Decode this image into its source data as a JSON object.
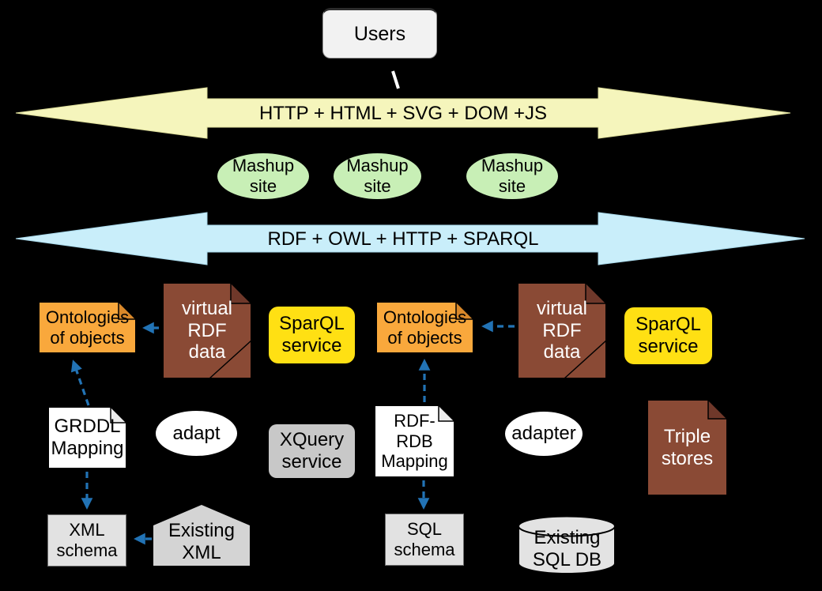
{
  "colors": {
    "background": "#000000",
    "web_bus_fill": "#f5f5bc",
    "semantic_bus_fill": "#c9eefa",
    "mashup_green": "#c8efb6",
    "ontology_orange": "#f9a83c",
    "rdf_brown": "#8a4a35",
    "service_yellow": "#ffe013",
    "service_gray": "#c8c8c8",
    "schema_gray": "#e2e2e2",
    "dashed_arrow_blue": "#2273b5"
  },
  "top": {
    "users_label": "Users"
  },
  "buses": {
    "web": {
      "label": "HTTP + HTML + SVG +  DOM +JS"
    },
    "semantic": {
      "label": "RDF + OWL + HTTP + SPARQL"
    }
  },
  "mashup_sites": [
    {
      "label": "Mashup\nsite"
    },
    {
      "label": "Mashup\nsite"
    },
    {
      "label": "Mashup\nsite"
    }
  ],
  "nodes": {
    "ontologies_1": {
      "label": "Ontologies\nof objects"
    },
    "virtual_rdf_1": {
      "label": "virtual\nRDF\ndata"
    },
    "sparql_service_1": {
      "label": "SparQL\nservice"
    },
    "ontologies_2": {
      "label": "Ontologies\nof objects"
    },
    "virtual_rdf_2": {
      "label": "virtual\nRDF\ndata"
    },
    "sparql_service_2": {
      "label": "SparQL\nservice"
    },
    "grddl_mapping": {
      "label": "GRDDL\nMapping"
    },
    "adapt": {
      "label": "adapt"
    },
    "xquery_service": {
      "label": "XQuery\nservice"
    },
    "rdf_rdb_mapping": {
      "label": "RDF-\nRDB\nMapping"
    },
    "adapter": {
      "label": "adapter"
    },
    "triple_stores": {
      "label": "Triple\nstores"
    },
    "xml_schema": {
      "label": "XML\nschema"
    },
    "existing_xml": {
      "label": "Existing\nXML"
    },
    "sql_schema": {
      "label": "SQL\nschema"
    },
    "existing_sql_db": {
      "label": "Existing\nSQL DB"
    }
  }
}
